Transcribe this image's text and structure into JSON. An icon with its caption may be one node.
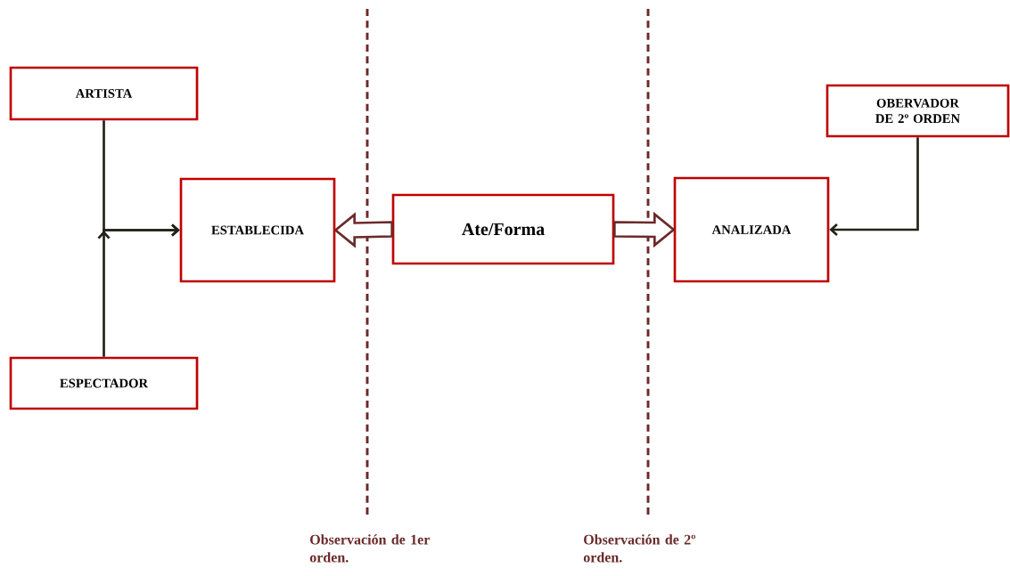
{
  "diagram": {
    "nodes": [
      {
        "text": [
          "ARTISTA"
        ]
      },
      {
        "text": [
          "ESPECTADOR"
        ]
      },
      {
        "text": [
          "ESTABLECIDA"
        ]
      },
      {
        "text": [
          "Ate/Forma"
        ]
      },
      {
        "text": [
          "ANALIZADA"
        ]
      },
      {
        "text": [
          "OBERVADOR DE 2º ORDEN"
        ]
      }
    ],
    "edges": [
      {
        "from": 0,
        "to": 2,
        "arrow": "to"
      },
      {
        "from": 1,
        "to": 2,
        "arrow": "to"
      },
      {
        "from": 3,
        "to": 2,
        "arrow": "to",
        "style": "thick",
        "color": "#6b2a2a"
      },
      {
        "from": 3,
        "to": 4,
        "arrow": "to",
        "style": "thick",
        "color": "#6b2a2a"
      },
      {
        "from": 5,
        "to": 4,
        "arrow": "to"
      }
    ],
    "labels": [
      "Observación de 1er orden.",
      "Observación de 2º orden."
    ]
  }
}
